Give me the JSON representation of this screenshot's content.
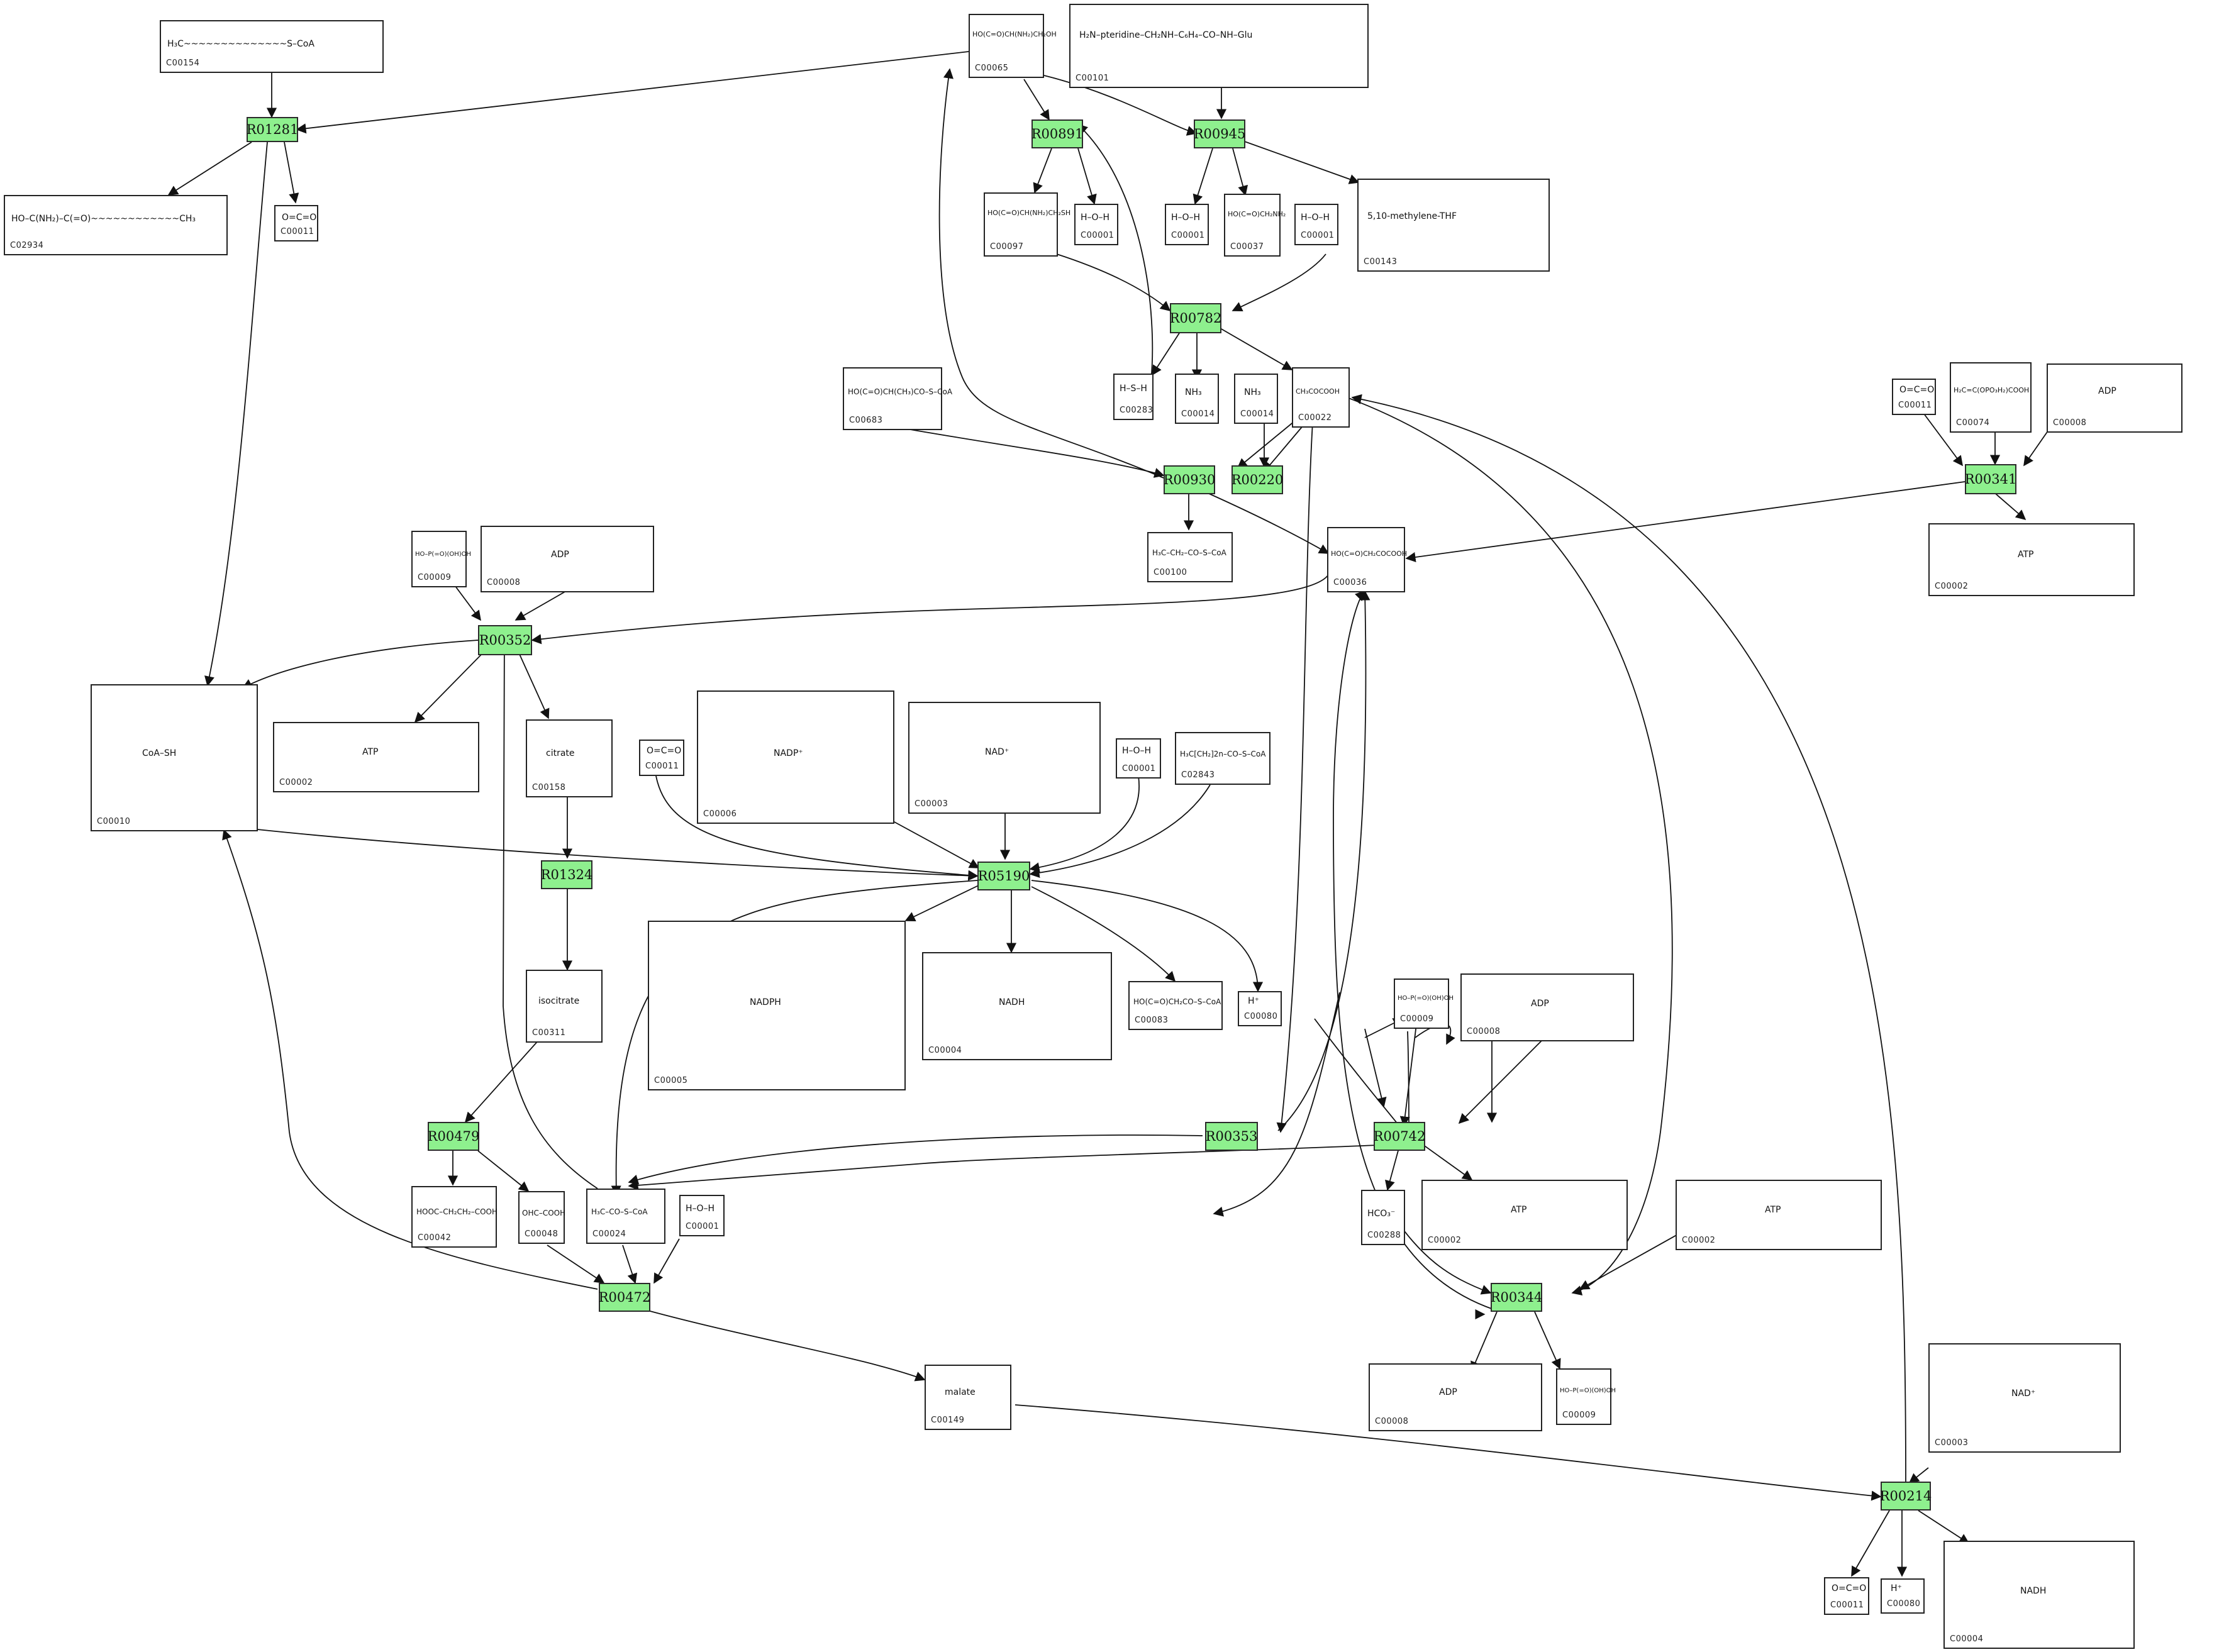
{
  "colors": {
    "reaction_fill": "#8ef08e",
    "edge": "#111111",
    "box_border": "#222222"
  },
  "reactions": [
    {
      "id": "R01281",
      "label": "R01281"
    },
    {
      "id": "R00891",
      "label": "R00891"
    },
    {
      "id": "R00945",
      "label": "R00945"
    },
    {
      "id": "R00782",
      "label": "R00782"
    },
    {
      "id": "R00930",
      "label": "R00930"
    },
    {
      "id": "R00220",
      "label": "R00220"
    },
    {
      "id": "R00341",
      "label": "R00341"
    },
    {
      "id": "R00352",
      "label": "R00352"
    },
    {
      "id": "R01324",
      "label": "R01324"
    },
    {
      "id": "R05190",
      "label": "R05190"
    },
    {
      "id": "R00479",
      "label": "R00479"
    },
    {
      "id": "R00353",
      "label": "R00353"
    },
    {
      "id": "R00742",
      "label": "R00742"
    },
    {
      "id": "R00472",
      "label": "R00472"
    },
    {
      "id": "R00344",
      "label": "R00344"
    },
    {
      "id": "R00214",
      "label": "R00214"
    }
  ],
  "compounds": [
    {
      "key": "c00154",
      "label": "C00154",
      "formula": "H₃C~~~~~~~~~~~~~~S–CoA"
    },
    {
      "key": "c02934",
      "label": "C02934",
      "formula": "HO–C(NH₂)–C(=O)~~~~~~~~~~~~CH₃"
    },
    {
      "key": "c00011a",
      "label": "C00011",
      "formula": "O=C=O"
    },
    {
      "key": "c00065",
      "label": "C00065",
      "formula": "HO(C=O)CH(NH₂)CH₂OH"
    },
    {
      "key": "c00101",
      "label": "C00101",
      "formula": "H₂N–pteridine–CH₂NH–C₆H₄–CO–NH–Glu"
    },
    {
      "key": "c00097",
      "label": "C00097",
      "formula": "HO(C=O)CH(NH₂)CH₂SH"
    },
    {
      "key": "c00001a",
      "label": "C00001",
      "formula": "H–O–H"
    },
    {
      "key": "c00001b",
      "label": "C00001",
      "formula": "H–O–H"
    },
    {
      "key": "c00037",
      "label": "C00037",
      "formula": "HO(C=O)CH₂NH₂"
    },
    {
      "key": "c00143",
      "label": "C00143",
      "formula": "5,10-methylene-THF"
    },
    {
      "key": "c00001c",
      "label": "C00001",
      "formula": "H–O–H"
    },
    {
      "key": "c00283",
      "label": "C00283",
      "formula": "H–S–H"
    },
    {
      "key": "c00014a",
      "label": "C00014",
      "formula": "NH₃"
    },
    {
      "key": "c00014b",
      "label": "C00014",
      "formula": "NH₃"
    },
    {
      "key": "c00022",
      "label": "C00022",
      "formula": "CH₃COCOOH"
    },
    {
      "key": "c00683",
      "label": "C00683",
      "formula": "HO(C=O)CH(CH₃)CO–S–CoA"
    },
    {
      "key": "c00011b",
      "label": "C00011",
      "formula": "O=C=O"
    },
    {
      "key": "c00074",
      "label": "C00074",
      "formula": "H₂C=C(OPO₃H₂)COOH"
    },
    {
      "key": "c00008a",
      "label": "C00008",
      "formula": "ADP"
    },
    {
      "key": "c00100",
      "label": "C00100",
      "formula": "H₃C–CH₂–CO–S–CoA"
    },
    {
      "key": "c00036",
      "label": "C00036",
      "formula": "HO(C=O)CH₂COCOOH"
    },
    {
      "key": "c00002a",
      "label": "C00002",
      "formula": "ATP"
    },
    {
      "key": "c00009a",
      "label": "C00009",
      "formula": "HO–P(=O)(OH)OH"
    },
    {
      "key": "c00008b",
      "label": "C00008",
      "formula": "ADP"
    },
    {
      "key": "c00010",
      "label": "C00010",
      "formula": "CoA–SH"
    },
    {
      "key": "c00002b",
      "label": "C00002",
      "formula": "ATP"
    },
    {
      "key": "c00158",
      "label": "C00158",
      "formula": "citrate"
    },
    {
      "key": "c00011c",
      "label": "C00011",
      "formula": "O=C=O"
    },
    {
      "key": "c00006",
      "label": "C00006",
      "formula": "NADP⁺"
    },
    {
      "key": "c00003a",
      "label": "C00003",
      "formula": "NAD⁺"
    },
    {
      "key": "c00001d",
      "label": "C00001",
      "formula": "H–O–H"
    },
    {
      "key": "c02843",
      "label": "C02843",
      "formula": "H₃C[CH₂]2n–CO–S–CoA"
    },
    {
      "key": "c00311",
      "label": "C00311",
      "formula": "isocitrate"
    },
    {
      "key": "c00005",
      "label": "C00005",
      "formula": "NADPH"
    },
    {
      "key": "c00004a",
      "label": "C00004",
      "formula": "NADH"
    },
    {
      "key": "c00083",
      "label": "C00083",
      "formula": "HO(C=O)CH₂CO–S–CoA"
    },
    {
      "key": "c00080a",
      "label": "C00080",
      "formula": "H⁺"
    },
    {
      "key": "c00009b",
      "label": "C00009",
      "formula": "HO–P(=O)(OH)OH"
    },
    {
      "key": "c00008c",
      "label": "C00008",
      "formula": "ADP"
    },
    {
      "key": "c00042",
      "label": "C00042",
      "formula": "HOOC–CH₂CH₂–COOH"
    },
    {
      "key": "c00048",
      "label": "C00048",
      "formula": "OHC–COOH"
    },
    {
      "key": "c00024",
      "label": "C00024",
      "formula": "H₃C–CO–S–CoA"
    },
    {
      "key": "c00001e",
      "label": "C00001",
      "formula": "H–O–H"
    },
    {
      "key": "c00288",
      "label": "C00288",
      "formula": "HCO₃⁻"
    },
    {
      "key": "c00002c",
      "label": "C00002",
      "formula": "ATP"
    },
    {
      "key": "c00002d",
      "label": "C00002",
      "formula": "ATP"
    },
    {
      "key": "c00149",
      "label": "C00149",
      "formula": "malate"
    },
    {
      "key": "c00008d",
      "label": "C00008",
      "formula": "ADP"
    },
    {
      "key": "c00009c",
      "label": "C00009",
      "formula": "HO–P(=O)(OH)OH"
    },
    {
      "key": "c00003b",
      "label": "C00003",
      "formula": "NAD⁺"
    },
    {
      "key": "c00011d",
      "label": "C00011",
      "formula": "O=C=O"
    },
    {
      "key": "c00080b",
      "label": "C00080",
      "formula": "H⁺"
    },
    {
      "key": "c00004b",
      "label": "C00004",
      "formula": "NADH"
    }
  ]
}
